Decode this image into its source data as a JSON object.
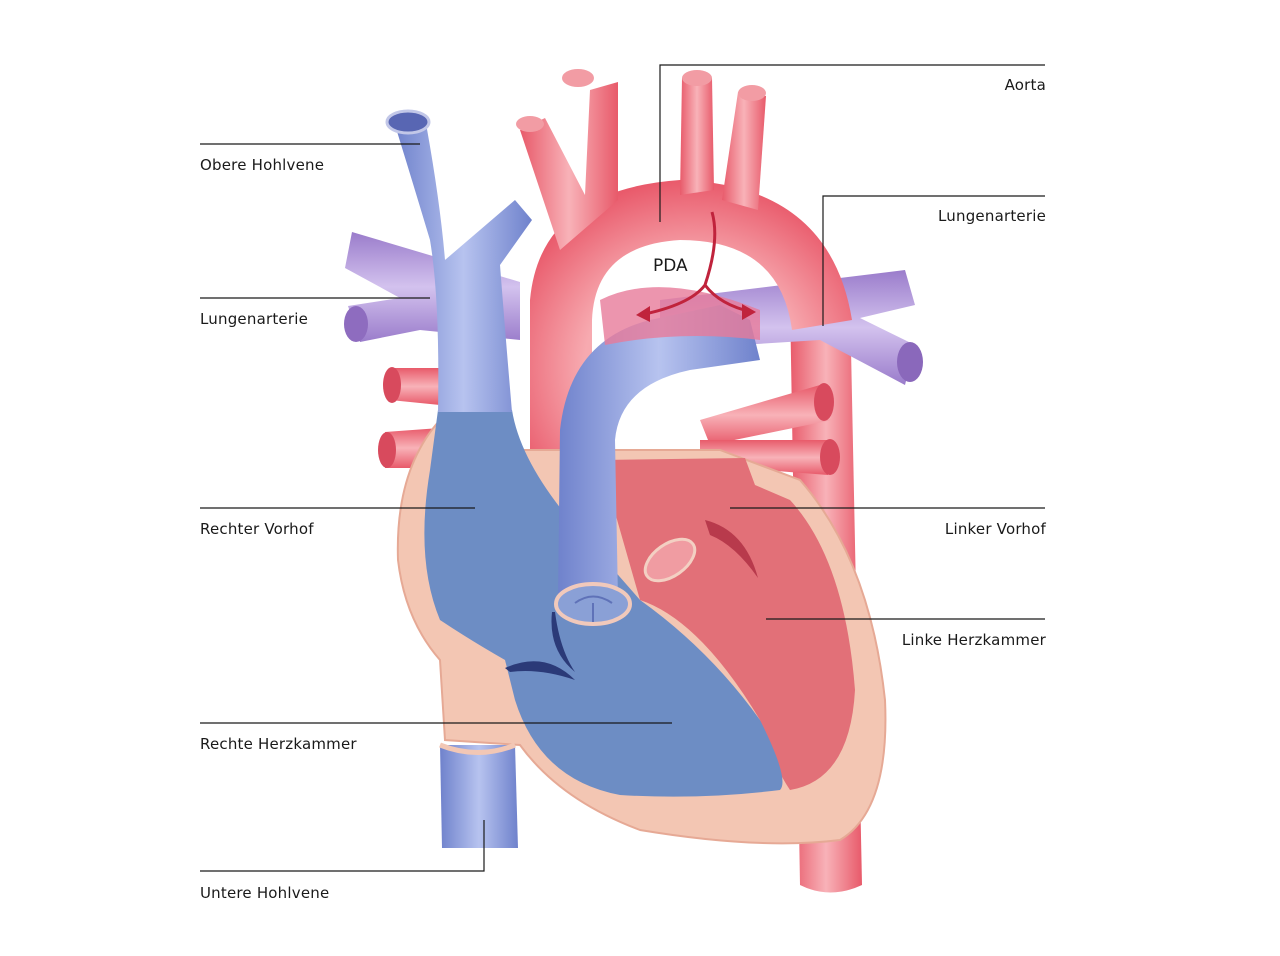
{
  "labels": {
    "obere_hohlvene": "Obere Hohlvene",
    "lungenarterie_left": "Lungenarterie",
    "rechter_vorhof": "Rechter Vorhof",
    "rechte_herzkammer": "Rechte Herzkammer",
    "untere_hohlvene": "Untere Hohlvene",
    "aorta": "Aorta",
    "lungenarterie_right": "Lungenarterie",
    "linker_vorhof": "Linker Vorhof",
    "linke_herzkammer": "Linke Herzkammer",
    "pda": "PDA"
  },
  "colors": {
    "blue_vessel": "#7e8fd0",
    "blue_chamber": "#6d8dc4",
    "red_vessel": "#ec6a78",
    "red_chamber": "#e06f78",
    "purple_vessel": "#a98bd0",
    "heart_wall": "#f2c7b5",
    "leader_line": "#1a1a1a"
  }
}
